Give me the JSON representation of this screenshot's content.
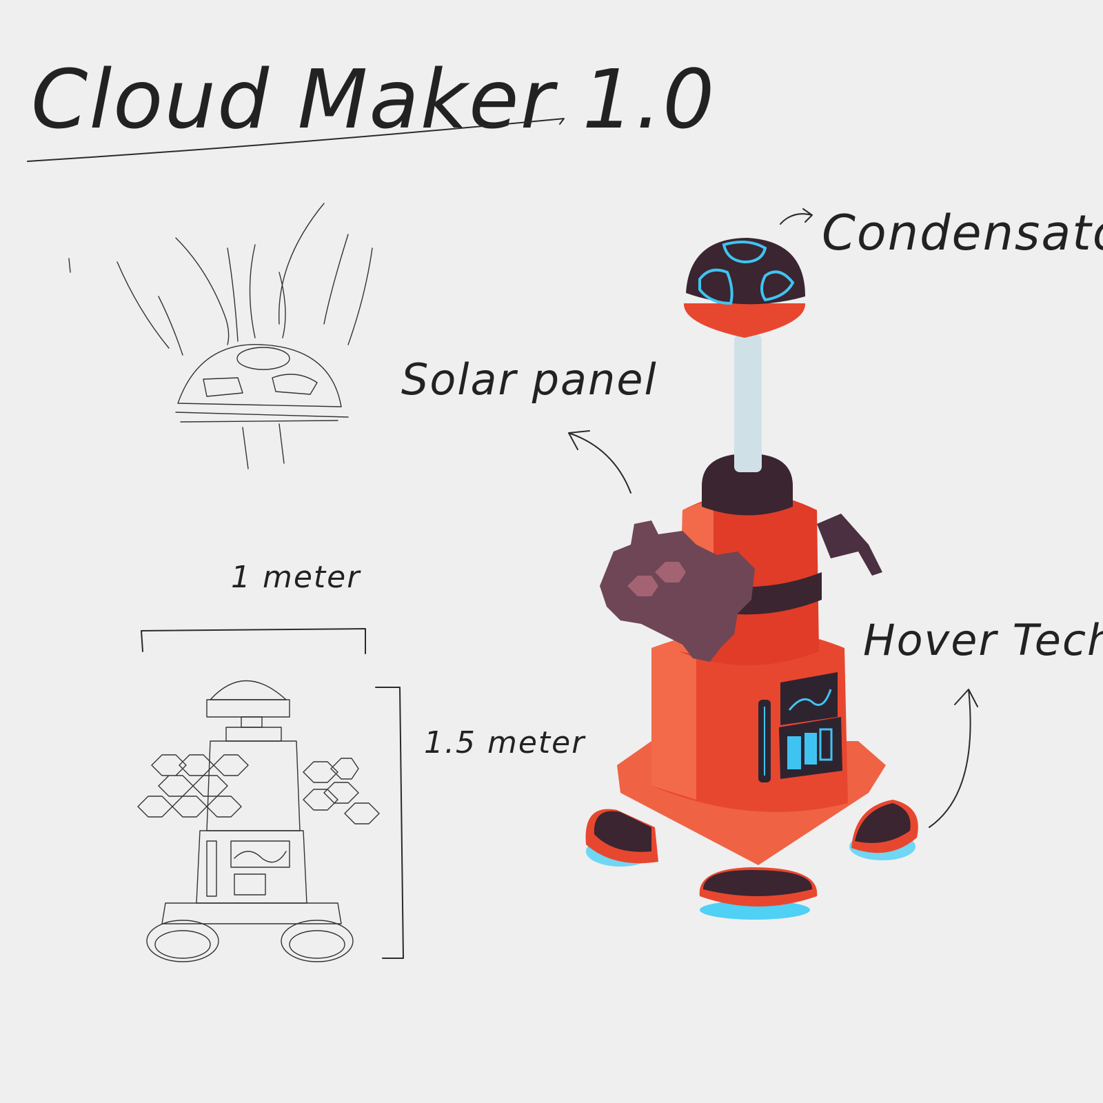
{
  "title": "Cloud Maker 1.0",
  "labels": {
    "condensator": "Condensator",
    "solar_panel": "Solar panel",
    "hover_tech": "Hover Tech.",
    "width": "1 meter",
    "height": "1.5 meter"
  },
  "colors": {
    "body": "#e8472f",
    "body_light": "#f26a4a",
    "dark": "#3a2530",
    "glow": "#3fc4f2",
    "panel": "#6e4656",
    "pole": "#cfe1e6",
    "paper": "#efefef"
  }
}
